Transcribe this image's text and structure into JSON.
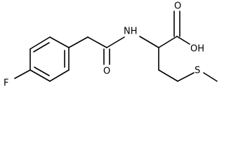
{
  "structure": {
    "atom_labels": {
      "fluorine": "F",
      "amide_nitrogen": "NH",
      "amide_oxygen": "O",
      "acid_oxygen": "O",
      "acid_hydroxyl": "OH",
      "sulfur": "S"
    }
  }
}
